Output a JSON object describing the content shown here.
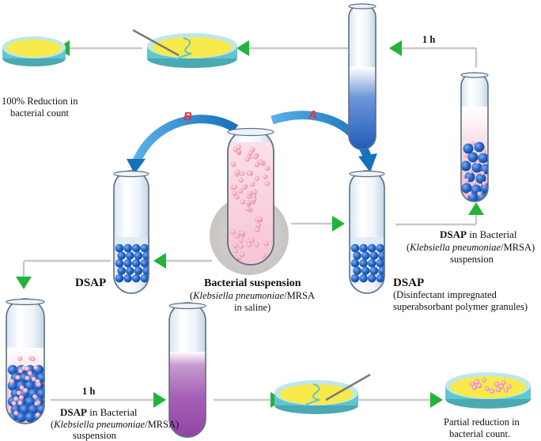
{
  "labels": {
    "hundred_reduction_1": "100% Reduction in",
    "hundred_reduction_2": "bacterial count",
    "time_top": "1 h",
    "time_bottom": "1 h",
    "route_a": "A",
    "route_b": "B",
    "dsap_left": "DSAP",
    "dsap_right": "DSAP",
    "dsap_right_desc_1": "(Disinfectant impregnated",
    "dsap_right_desc_2": "superabsorbant polymer granules)",
    "bacterial_suspension": "Bacterial suspension",
    "bacterial_suspension_sub_1_species": "Klebsiella pneumoniae",
    "bacterial_suspension_sub_1_rest": "/MRSA",
    "bacterial_suspension_sub_2": "in saline)",
    "dsap_in_bacterial_top_1a": "DSAP",
    "dsap_in_bacterial_top_1b": " in Bacterial",
    "dsap_in_bacterial_top_2_species": "Klebsiella pneumoniae",
    "dsap_in_bacterial_top_2_rest": "/MRSA)",
    "dsap_in_bacterial_top_3": "suspension",
    "dsap_in_bacterial_bottom_1a": "DSAP",
    "dsap_in_bacterial_bottom_1b": " in Bacterial",
    "dsap_in_bacterial_bottom_2_species": "Klebsiella pneumoniae",
    "dsap_in_bacterial_bottom_2_rest": "/MRSA)",
    "dsap_in_bacterial_bottom_3": "suspension",
    "partial_reduction_1": "Partial reduction in",
    "partial_reduction_2": "bacterial count."
  },
  "colors": {
    "arrow_green": "#22b33a",
    "curved_arrow_blue": "#1a7ec8",
    "granule_blue": "#1f5fc2",
    "bacteria_pink": "#f2a3b8",
    "agar_yellow": "#f7ea4a",
    "dish_teal": "#5fc6cf",
    "dye_blue": "#1b57b8",
    "dye_purple": "#9b4fae"
  }
}
